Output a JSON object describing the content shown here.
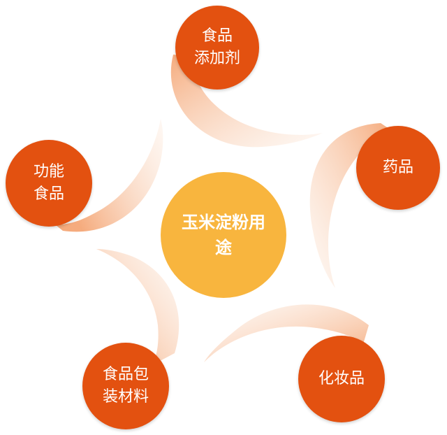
{
  "diagram": {
    "center_label": "玉米淀粉用\n途",
    "nodes": [
      {
        "id": "food-additive",
        "label": "食品\n添加剂"
      },
      {
        "id": "medicine",
        "label": "药品"
      },
      {
        "id": "cosmetics",
        "label": "化妆品"
      },
      {
        "id": "food-packaging",
        "label": "食品包\n装材料"
      },
      {
        "id": "functional-food",
        "label": "功能\n食品"
      }
    ]
  },
  "colors": {
    "outer_node": "#e35110",
    "center_node": "#f8b53e",
    "swoosh": "#f5b48c"
  }
}
